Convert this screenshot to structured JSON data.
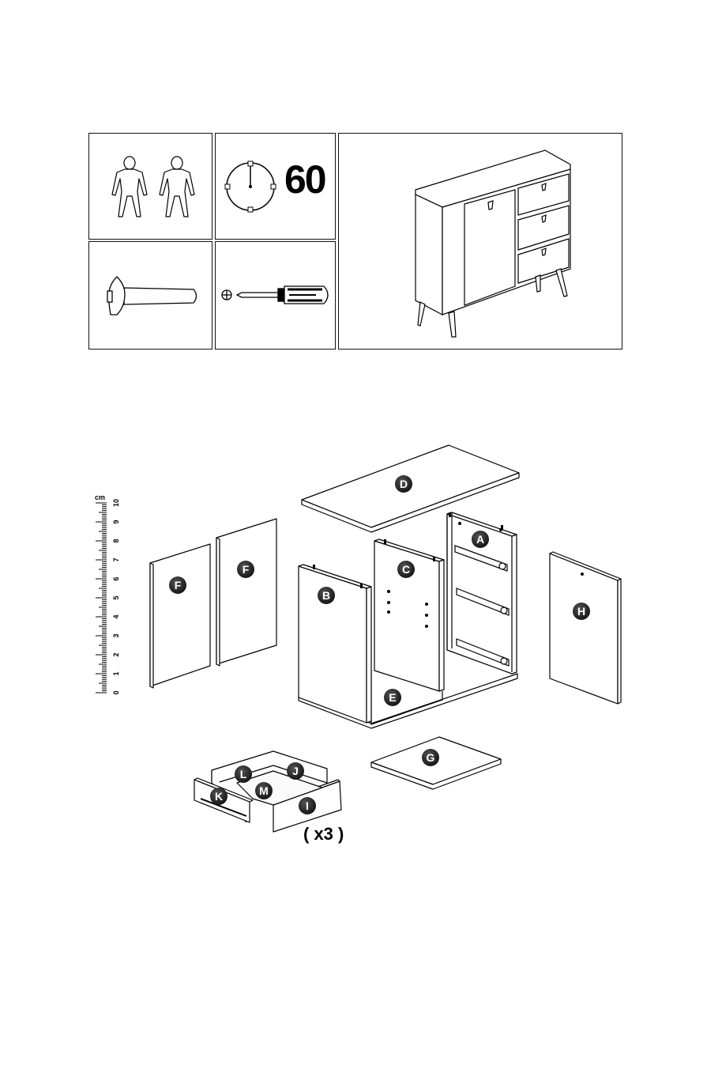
{
  "header": {
    "people_icon": "two-persons-icon",
    "time_icon": "clock-icon",
    "minutes": "60",
    "tool_icons": [
      "hammer-icon",
      "phillips-screwdriver-icon"
    ]
  },
  "ruler": {
    "unit": "cm",
    "ticks": [
      "10",
      "9",
      "8",
      "7",
      "6",
      "5",
      "4",
      "3",
      "2",
      "1",
      "0"
    ]
  },
  "parts": {
    "A": "A",
    "B": "B",
    "C": "C",
    "D": "D",
    "E": "E",
    "F": "F",
    "G": "G",
    "H": "H",
    "I": "I",
    "J": "J",
    "K": "K",
    "L": "L",
    "M": "M"
  },
  "drawer_quantity": "( x3 )"
}
